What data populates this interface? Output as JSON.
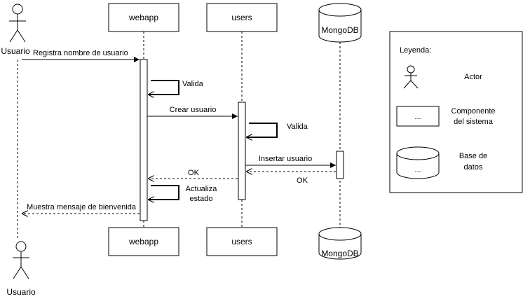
{
  "participants": {
    "actor": "Usuario",
    "webapp": "webapp",
    "users": "users",
    "db": "MongoDB"
  },
  "messages": {
    "m1": "Registra nombre de usuario",
    "m2": "Valida",
    "m3": "Crear usuario",
    "m4": "Valida",
    "m5": "Insertar usuario",
    "m6": "OK",
    "m7": "OK",
    "m8_line1": "Actualiza",
    "m8_line2": "estado",
    "m9": "Muestra mensaje de bienvenida"
  },
  "legend": {
    "title": "Leyenda:",
    "actor": "Actor",
    "component_line1": "Componente",
    "component_line2": "del sistema",
    "component_sample": "...",
    "db_line1": "Base de",
    "db_line2": "datos",
    "db_sample": "..."
  }
}
